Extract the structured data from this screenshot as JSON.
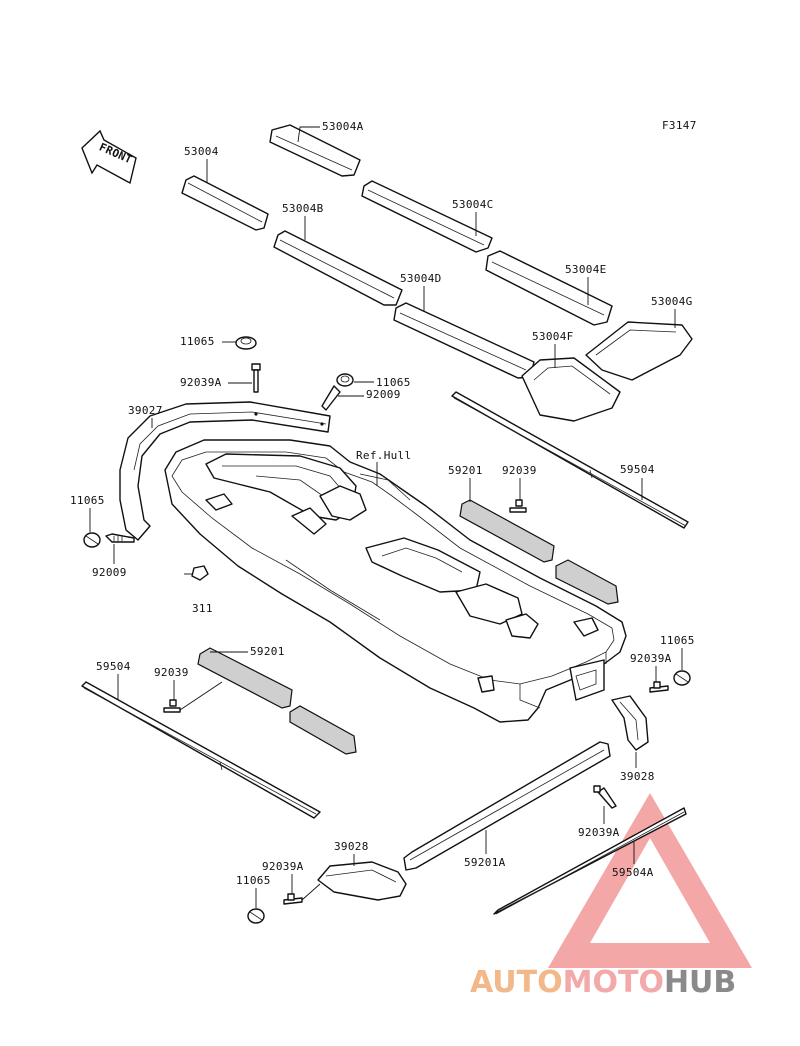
{
  "figure_code": "F3147",
  "front_label": "FRONT",
  "ref_hull_label": "Ref.Hull",
  "labels": {
    "p53004": "53004",
    "p53004A": "53004A",
    "p53004B": "53004B",
    "p53004C": "53004C",
    "p53004D": "53004D",
    "p53004E": "53004E",
    "p53004F": "53004F",
    "p53004G": "53004G",
    "p11065_a": "11065",
    "p92039A_a": "92039A",
    "p11065_b": "11065",
    "p92009_a": "92009",
    "p39027": "39027",
    "p11065_c": "11065",
    "p92009_b": "92009",
    "p311": "311",
    "p59201_a": "59201",
    "p92039_a": "92039",
    "p59504_a": "59504",
    "p59201_b": "59201",
    "p92039_b": "92039",
    "p59504_b": "59504",
    "p11065_d": "11065",
    "p92039A_b": "92039A",
    "p39028_a": "39028",
    "p92039A_c": "92039A",
    "p59504A": "59504A",
    "p59201A": "59201A",
    "p39028_b": "39028",
    "p92039A_d": "92039A",
    "p11065_e": "11065"
  },
  "watermark": {
    "part1": "AUTO",
    "part2": "MOTO",
    "part3": "HUB",
    "colors": {
      "auto": "#f2b88a",
      "moto": "#f3a9a9",
      "hub": "#8a8a8a",
      "triangle": "#f08a8a"
    }
  }
}
